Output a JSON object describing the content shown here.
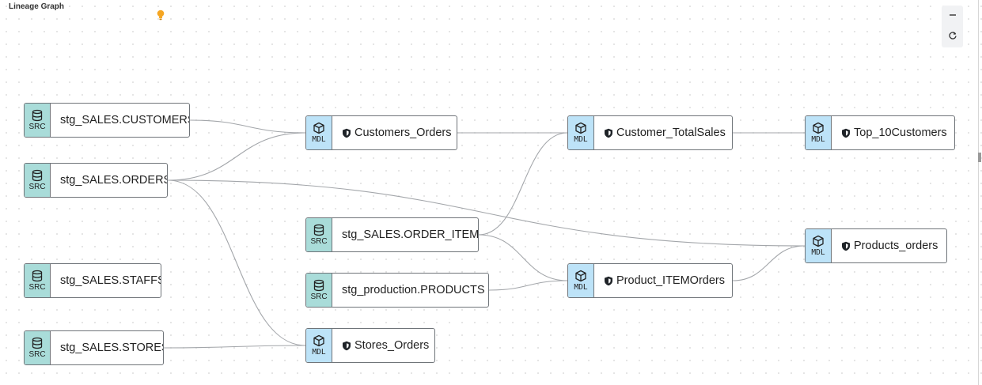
{
  "title": "Lineage Graph",
  "toolbar": {
    "collapse_icon": "minus-icon",
    "refresh_icon": "refresh-icon"
  },
  "colors": {
    "src_badge": "#a9dcd9",
    "mdl_badge": "#bde3f8",
    "border": "#6f7479",
    "edge": "#a3a6aa",
    "bulb": "#f5a623"
  },
  "nodes": [
    {
      "id": "customers",
      "kind": "SRC",
      "label": "stg_SALES.CUSTOMERS",
      "icon": "database-icon"
    },
    {
      "id": "orders",
      "kind": "SRC",
      "label": "stg_SALES.ORDERS",
      "icon": "database-icon"
    },
    {
      "id": "staffs",
      "kind": "SRC",
      "label": "stg_SALES.STAFFS",
      "icon": "database-icon"
    },
    {
      "id": "stores",
      "kind": "SRC",
      "label": "stg_SALES.STORES",
      "icon": "database-icon"
    },
    {
      "id": "customers_orders",
      "kind": "MDL",
      "label": "Customers_Orders",
      "icon": "cube-icon"
    },
    {
      "id": "order_items",
      "kind": "SRC",
      "label": "stg_SALES.ORDER_ITEMS",
      "icon": "database-icon"
    },
    {
      "id": "products",
      "kind": "SRC",
      "label": "stg_production.PRODUCTS",
      "icon": "database-icon"
    },
    {
      "id": "stores_orders",
      "kind": "MDL",
      "label": "Stores_Orders",
      "icon": "cube-icon"
    },
    {
      "id": "customer_totalsales",
      "kind": "MDL",
      "label": "Customer_TotalSales",
      "icon": "cube-icon"
    },
    {
      "id": "product_itemorders",
      "kind": "MDL",
      "label": "Product_ITEMOrders",
      "icon": "cube-icon"
    },
    {
      "id": "top10",
      "kind": "MDL",
      "label": "Top_10Customers",
      "icon": "cube-icon"
    },
    {
      "id": "products_orders",
      "kind": "MDL",
      "label": "Products_orders",
      "icon": "cube-icon"
    }
  ],
  "edges": [
    {
      "from": "customers",
      "to": "customers_orders"
    },
    {
      "from": "orders",
      "to": "customers_orders"
    },
    {
      "from": "orders",
      "to": "stores_orders"
    },
    {
      "from": "orders",
      "to": "products_orders"
    },
    {
      "from": "stores",
      "to": "stores_orders"
    },
    {
      "from": "customers_orders",
      "to": "customer_totalsales"
    },
    {
      "from": "order_items",
      "to": "customer_totalsales"
    },
    {
      "from": "order_items",
      "to": "product_itemorders"
    },
    {
      "from": "products",
      "to": "product_itemorders"
    },
    {
      "from": "customer_totalsales",
      "to": "top10"
    },
    {
      "from": "product_itemorders",
      "to": "products_orders"
    }
  ]
}
